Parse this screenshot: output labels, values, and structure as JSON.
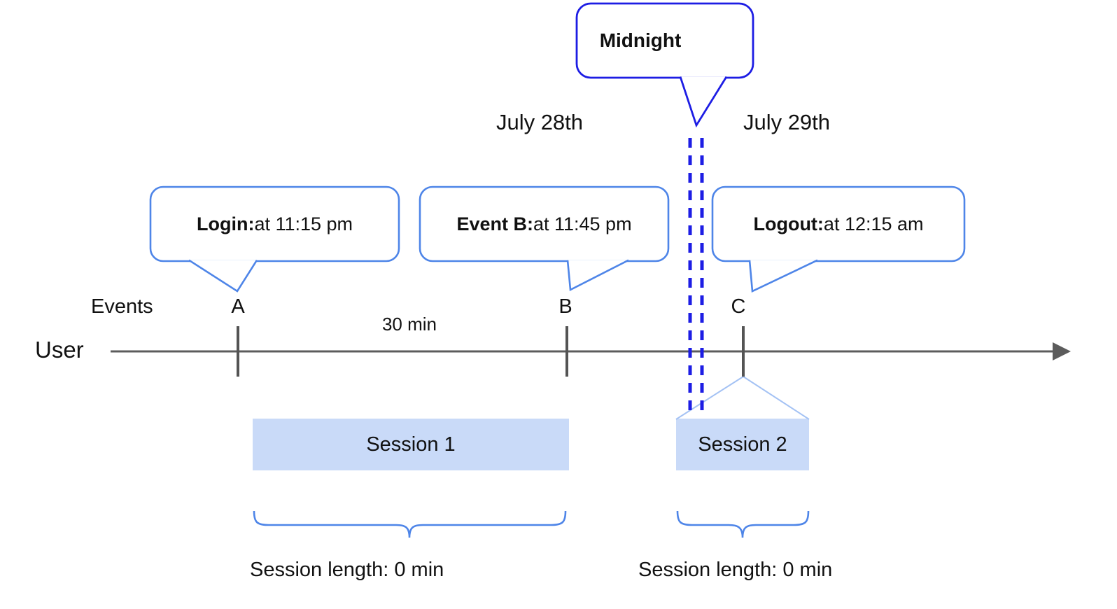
{
  "diagram": {
    "dates": {
      "left_label": "July 28th",
      "right_label": "July 29th"
    },
    "midnight_callout": {
      "label": "Midnight"
    },
    "callouts": {
      "login": {
        "bold": "Login:",
        "text": " at 11:15 pm"
      },
      "event_b": {
        "bold": "Event B:",
        "text": " at 11:45 pm"
      },
      "logout": {
        "bold": "Logout:",
        "text": " at 12:15 am"
      }
    },
    "timeline": {
      "row_label": "User",
      "events_label": "Events",
      "interval_label": "30 min",
      "ticks": {
        "a": "A",
        "b": "B",
        "c": "C"
      }
    },
    "sessions": {
      "s1": {
        "label": "Session 1",
        "length_label": "Session length: 0 min"
      },
      "s2": {
        "label": "Session 2",
        "length_label": "Session length: 0 min"
      }
    },
    "colors": {
      "strong_blue": "#1d1de4",
      "callout_blue": "#4e85e8",
      "session_fill": "#c9daf8",
      "caret_blue": "#a4c2f4",
      "axis_gray": "#5c5c5c",
      "text_black": "#111111"
    }
  }
}
